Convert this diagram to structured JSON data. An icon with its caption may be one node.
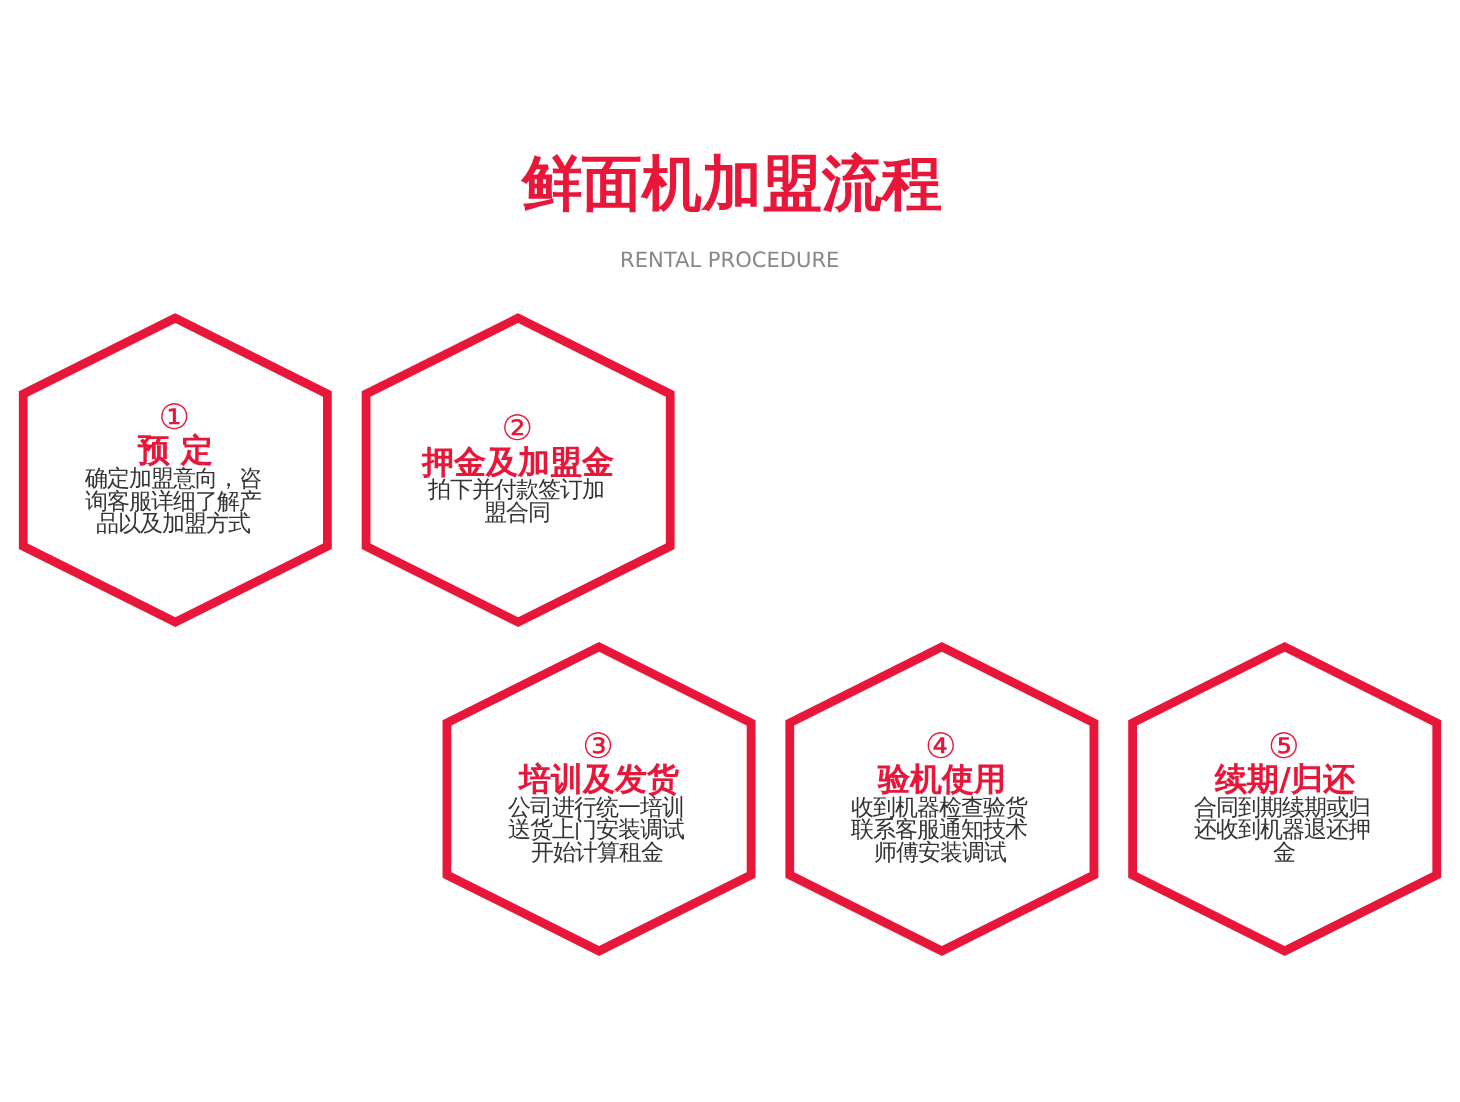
{
  "diagram": {
    "title": "鲜面机加盟流程",
    "nodes": [
      {
        "text": [
          "①",
          "预 定",
          "确定加盟意向，咨询客服详细了解产品以及加盟方式"
        ]
      },
      {
        "text": [
          "②",
          "押金及加盟金",
          "拍下并付款签订加盟合同"
        ]
      },
      {
        "text": [
          "③",
          "培训及发货",
          "公司进行统一培训送货上门安装调试开始计算租金"
        ]
      },
      {
        "text": [
          "④",
          "验机使用",
          "收到机器检查验货联系客服通知技术师傅安装调试"
        ]
      },
      {
        "text": [
          "⑤",
          "续期/归还",
          "合同到期续期或归还收到机器退还押金"
        ]
      }
    ],
    "edges": [],
    "labels": [
      "RENTAL PROCEDURE"
    ]
  }
}
